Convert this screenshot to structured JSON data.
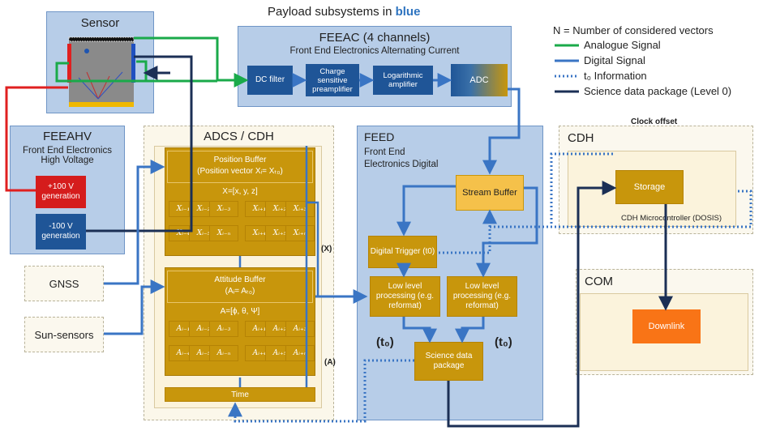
{
  "title": {
    "prefix": "Payload subsystems in ",
    "highlight": "blue"
  },
  "legend": {
    "header": "N = Number of considered vectors",
    "items": [
      {
        "label": "Analogue Signal",
        "color": "#1aaa4a",
        "style": "solid"
      },
      {
        "label": "Digital Signal",
        "color": "#3a75c4",
        "style": "solid"
      },
      {
        "label": "t₀ Information",
        "color": "#3a75c4",
        "style": "dotted"
      },
      {
        "label": "Science data package (Level 0)",
        "color": "#1b2f55",
        "style": "solid"
      }
    ]
  },
  "sensor": {
    "title": "Sensor"
  },
  "feeac": {
    "title": "FEEAC (4 channels)",
    "subtitle": "Front End Electronics Alternating Current",
    "blocks": [
      "DC filter",
      "Charge sensitive preamplifier",
      "Logarithmic amplifier"
    ],
    "adc": "ADC"
  },
  "feeahv": {
    "title": "FEEAHV",
    "subtitle": "Front End Electronics High Voltage",
    "plus": "+100 V generation",
    "minus": "-100 V generation"
  },
  "adcs": {
    "title": "ADCS / CDH",
    "position_buffer": "Position Buffer",
    "position_vector": "(Position vector Xᵢ= Xₜ₀)",
    "x_set": "X=[x, y, z]",
    "x_cells": [
      "Xᵢ₋₁",
      "Xᵢ₋₂",
      "Xᵢ₋₃",
      "Xᵢ₊₁",
      "Xᵢ₊₂",
      "Xᵢ₊₃",
      "Xᵢ₋₄",
      "Xᵢ₋₅",
      "Xᵢ₋ₙ",
      "Xᵢ₊₄",
      "Xᵢ₊₅",
      "Xᵢ₊ₙ"
    ],
    "x_tag": "(X)",
    "attitude_buffer": "Attitude Buffer",
    "attitude_vector": "(Aᵢ= Aₜ₀)",
    "a_set": "A=[ϕ, θ, Ψ]",
    "a_cells": [
      "Aᵢ₋₁",
      "Aᵢ₋₂",
      "Aᵢ₋₃",
      "Aᵢ₊₁",
      "Aᵢ₊₂",
      "Aᵢ₊₃",
      "Aᵢ₋₄",
      "Aᵢ₋₅",
      "Aᵢ₋ₙ",
      "Aᵢ₊₄",
      "Aᵢ₊₅",
      "Aᵢ₊ₙ"
    ],
    "a_tag": "(A)",
    "time": "Time"
  },
  "gnss": "GNSS",
  "sun_sensors": "Sun-sensors",
  "feed": {
    "title_line1": "FEED",
    "title_line2": "Front End",
    "title_line3": "Electronics Digital",
    "stream_buffer": "Stream Buffer",
    "digital_trigger": "Digital Trigger (t0)",
    "llp_left": "Low level processing (e.g. reformat)",
    "llp_right": "Low level processing (e.g. reformat)",
    "science": "Science data package",
    "t0_left": "(t₀)",
    "t0_right": "(t₀)"
  },
  "clock_offset": "Clock offset",
  "cdh": {
    "title": "CDH",
    "storage": "Storage",
    "micro": "CDH Microcontroller (DOSIS)"
  },
  "com": {
    "title": "COM",
    "downlink": "Downlink"
  }
}
